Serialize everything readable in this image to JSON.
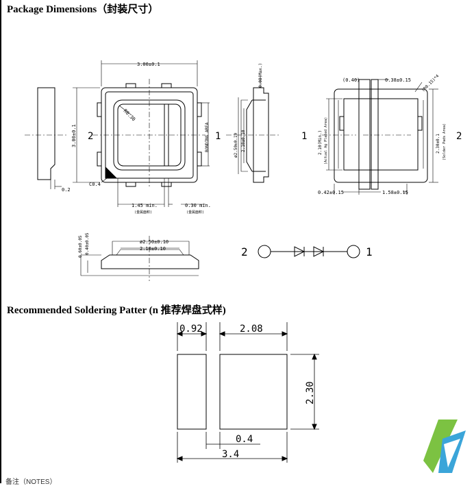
{
  "titles": {
    "package": "Package Dimensions（封装尺寸）",
    "soldering": "Recommended Soldering Patter (n 推荐焊盘式样)"
  },
  "package_dims": {
    "width": "3.00±0.1",
    "height": "3.00±0.1",
    "radius": "R0.30",
    "chamfer": "C0.4",
    "side_offset": "0.2",
    "bonding_area": "BONDING AREA",
    "min_left": "1.45  min.",
    "min_left_sub": "(金属面积)",
    "min_right": "0.30  min.",
    "min_right_sub": "(金属面积)",
    "max_thickness": "0.08(Max.)",
    "inner_outer": "ø2.50±0.10",
    "inner": "2.10±0.10",
    "pad_gap": "(0.40)",
    "pad_width": "0.38±0.15",
    "pad_radius": "(R0.15)*4",
    "actual_area": "2.10(Min.)",
    "actual_area_sub": "(Actual Ag Plated Area)",
    "solder_area": "2.30±0.1",
    "solder_area_sub": "(Solder Pads Area)",
    "bottom_left": "0.42±0.15",
    "bottom_right": "1.58±0.15",
    "thickness_total": "0.60±0.05",
    "thickness_lens": "0.40±0.05",
    "lens_outer": "ø2.50±0.10",
    "lens_inner": "2.10±0.10",
    "pin1": "1",
    "pin2": "2"
  },
  "soldering": {
    "pad_small": "0.92",
    "pad_large": "2.08",
    "height": "2.30",
    "gap": "0.4",
    "total": "3.4"
  },
  "footer": "备注（NOTES）"
}
